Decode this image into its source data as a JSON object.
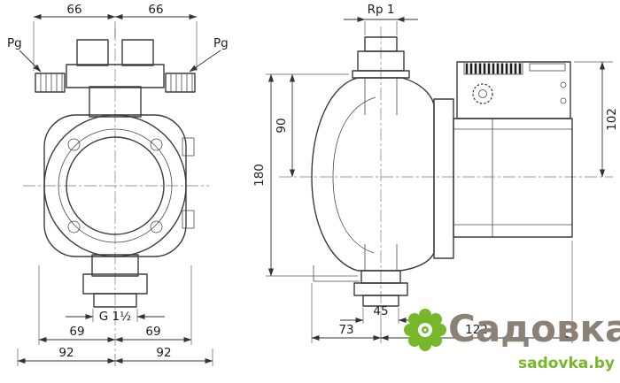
{
  "figure": {
    "type": "technical dimensional drawing",
    "subject": "circulation pump, front and side views",
    "line_color": "#3b3b3b"
  },
  "front_view": {
    "dim_top_left": "66",
    "dim_top_right": "66",
    "gland_label_left": "Pg",
    "gland_label_right": "Pg",
    "thread_label": "G 1½",
    "dim_bottom_inner_left": "69",
    "dim_bottom_inner_right": "69",
    "dim_bottom_outer_left": "92",
    "dim_bottom_outer_right": "92"
  },
  "side_view": {
    "dim_top_port": "Rp 1",
    "dim_height_upper": "90",
    "dim_height_total": "180",
    "dim_motor_height": "102",
    "dim_port_width": "45",
    "dim_foot_to_axis": "73",
    "dim_axis_to_motor_end": "122"
  },
  "watermark": {
    "brand": "Садовка",
    "url": "sadovka.by",
    "brand_color": "#8c8177",
    "accent_color": "#76b82a"
  }
}
